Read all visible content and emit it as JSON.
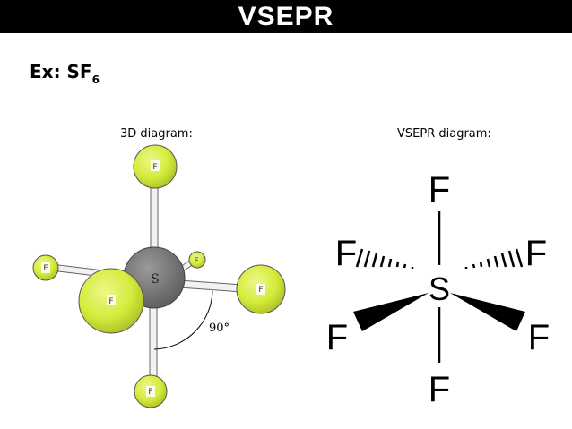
{
  "header": {
    "title": "VSEPR"
  },
  "example": {
    "prefix": "Ex: SF",
    "subscript": "6"
  },
  "captions": {
    "diagram_3d": "3D diagram:",
    "diagram_vsepr": "VSEPR diagram:"
  },
  "model_3d": {
    "central_atom": "S",
    "ligand_label": "F",
    "angle_label": "90°",
    "colors": {
      "fluorine": "#d4eb3a",
      "sulfur": "#7d7d7d",
      "bond": "#f2f2f2"
    }
  },
  "vsepr": {
    "central_atom": "S",
    "ligands": {
      "top": "F",
      "bottom": "F",
      "upper_left": "F",
      "upper_right": "F",
      "lower_left": "F",
      "lower_right": "F"
    }
  }
}
